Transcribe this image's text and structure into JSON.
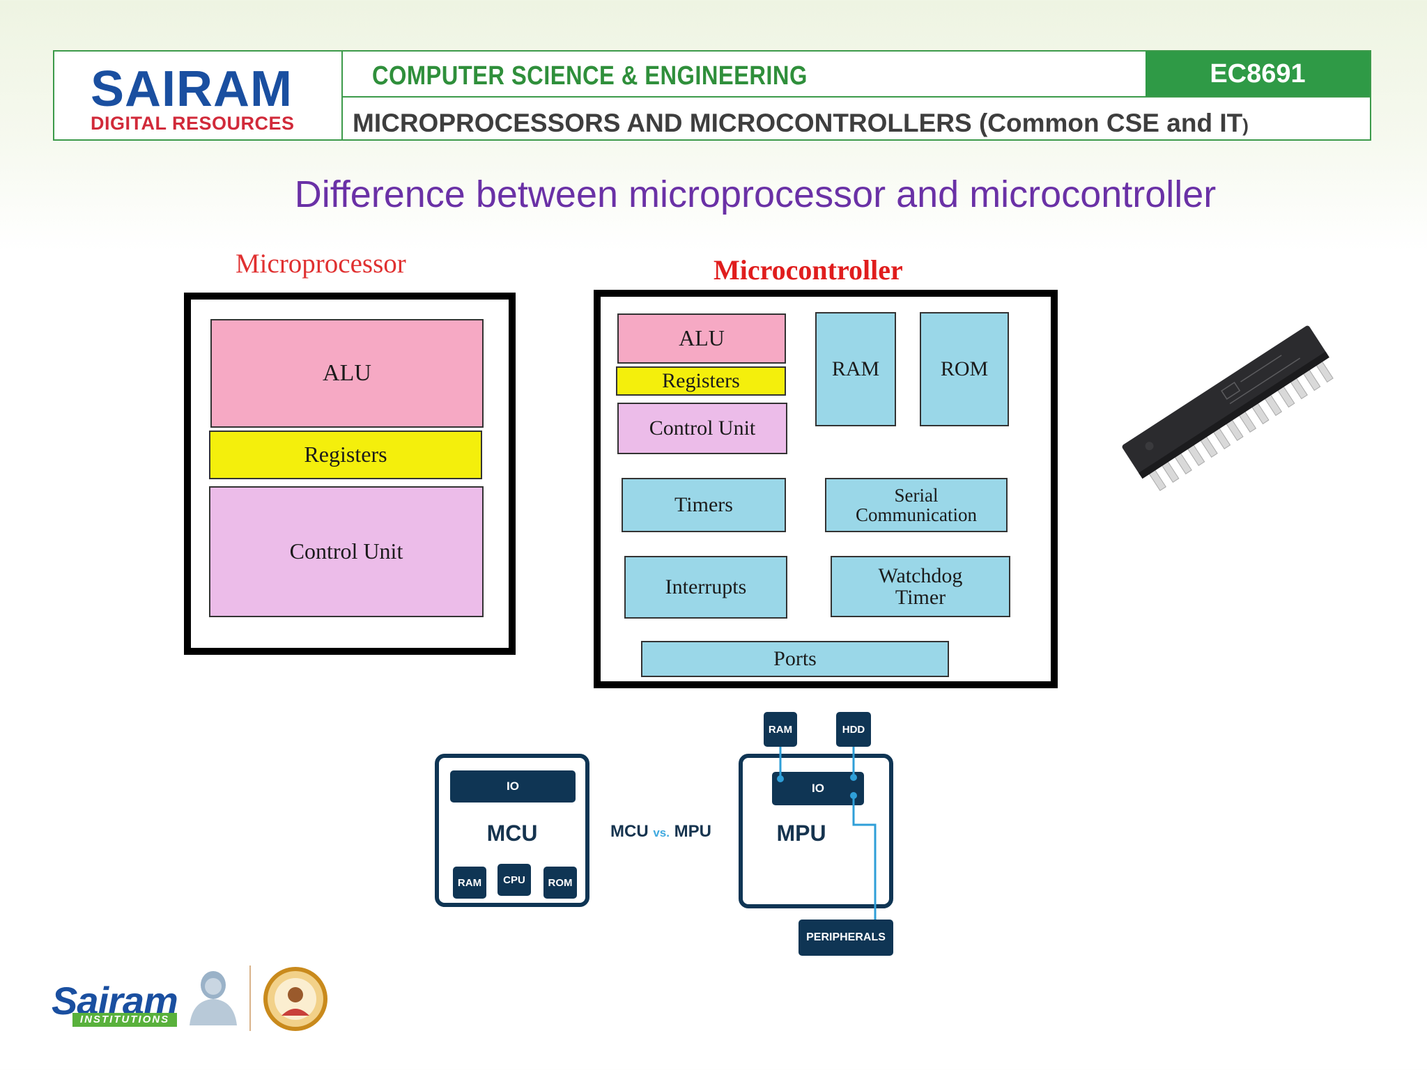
{
  "header": {
    "logo_main": "SAIRAM",
    "logo_sub": "DIGITAL RESOURCES",
    "department": "COMPUTER SCIENCE & ENGINEERING",
    "course_code": "EC8691",
    "subject": "MICROPROCESSORS AND MICROCONTROLLERS (Common CSE and IT",
    "subject_tail": ")"
  },
  "title": "Difference between microprocessor and microcontroller",
  "microprocessor": {
    "label": "Microprocessor",
    "blocks": {
      "alu": "ALU",
      "registers": "Registers",
      "control_unit": "Control Unit"
    }
  },
  "microcontroller": {
    "label": "Microcontroller",
    "blocks": {
      "alu": "ALU",
      "registers": "Registers",
      "control_unit": "Control Unit",
      "ram": "RAM",
      "rom": "ROM",
      "timers": "Timers",
      "serial_line1": "Serial",
      "serial_line2": "Communication",
      "interrupts": "Interrupts",
      "watchdog_line1": "Watchdog",
      "watchdog_line2": "Timer",
      "ports": "Ports"
    }
  },
  "comparison": {
    "mcu": {
      "name": "MCU",
      "io": "IO",
      "ram": "RAM",
      "cpu": "CPU",
      "rom": "ROM"
    },
    "mpu": {
      "name": "MPU",
      "io": "IO",
      "ram": "RAM",
      "hdd": "HDD",
      "peripherals": "PERIPHERALS"
    },
    "left": "MCU",
    "vs": "vs.",
    "right": "MPU"
  },
  "footer": {
    "brand": "Sairam",
    "tagline": "INSTITUTIONS"
  },
  "colors": {
    "brand_green": "#2f9a46",
    "brand_blue": "#1a4fa0",
    "title_purple": "#6a31a6",
    "navy": "#0f3554"
  }
}
